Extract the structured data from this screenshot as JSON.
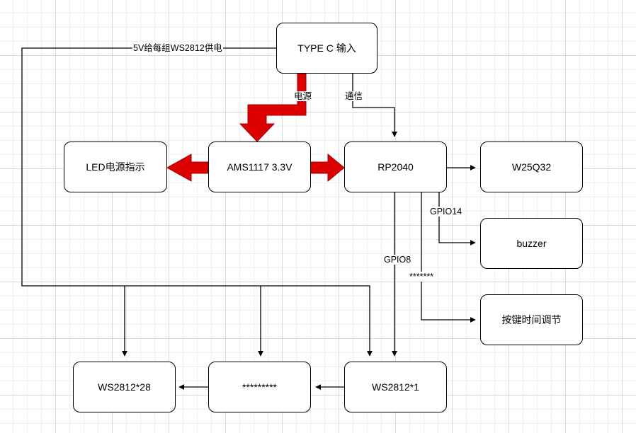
{
  "nodes": {
    "type_c": "TYPE C 输入",
    "led": "LED电源指示",
    "ams1117": "AMS1117 3.3V",
    "rp2040": "RP2040",
    "w25q32": "W25Q32",
    "buzzer": "buzzer",
    "button": "按键时间调节",
    "ws2812_28": "WS2812*28",
    "ws2812_mid": "*********",
    "ws2812_1": "WS2812*1"
  },
  "edges": {
    "supply": "5V给每组WS2812供电",
    "power": "电源",
    "comm": "通信",
    "gpio14": "GPIO14",
    "gpio8": "GPIO8",
    "stars": "*******"
  },
  "colors": {
    "power_arrow": "#dd0000",
    "line": "#000000"
  }
}
